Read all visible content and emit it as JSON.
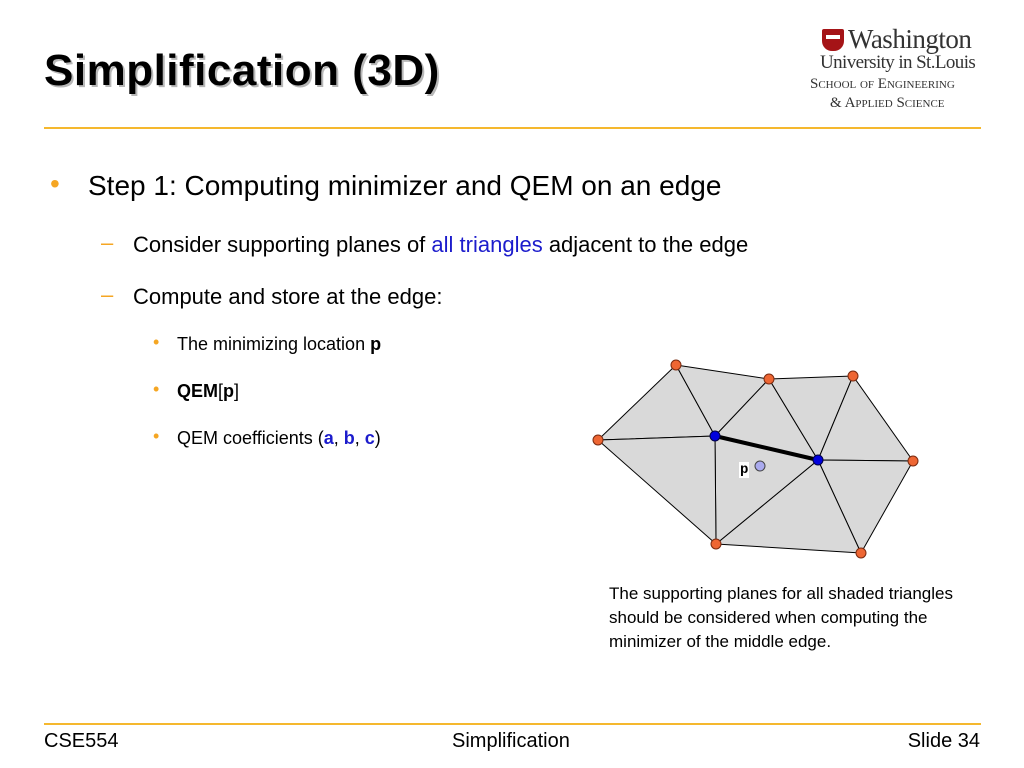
{
  "slide": {
    "title": "Simplification (3D)",
    "logo": {
      "line1": "Washington",
      "line2": "University in St.Louis",
      "line3": "School of Engineering",
      "line4": "& Applied Science"
    },
    "bullets": {
      "level1": {
        "text": "Step 1: Computing minimizer and QEM on an edge"
      },
      "consider": {
        "before": "Consider supporting planes of ",
        "highlight": "all triangles",
        "after": " adjacent to the edge"
      },
      "compute": {
        "text": "Compute and store at the edge:"
      },
      "minimizing": {
        "before": "The minimizing location ",
        "bold": "p"
      },
      "qem": {
        "bold1": "QEM",
        "open": "[",
        "bold2": "p",
        "close": "]"
      },
      "coeffs": {
        "before": "QEM coefficients (",
        "a": "a",
        "sep1": ", ",
        "b": "b",
        "sep2": ", ",
        "c": "c",
        "after": ")"
      }
    },
    "figure": {
      "point_label": "p",
      "caption": "The supporting planes for all shaded triangles should be considered when computing the minimizer of the middle edge.",
      "colors": {
        "triangle_fill": "#d9d9d9",
        "outer_vertex": "#ee6633",
        "edge_vertex": "#0000dd",
        "minimizer": "#aaaaee"
      }
    },
    "footer": {
      "left": "CSE554",
      "center": "Simplification",
      "right": "Slide 34"
    },
    "colors": {
      "accent_rule": "#f5b82e",
      "bullet_orange": "#f5a623",
      "highlight_blue": "#1c1ccc"
    }
  }
}
